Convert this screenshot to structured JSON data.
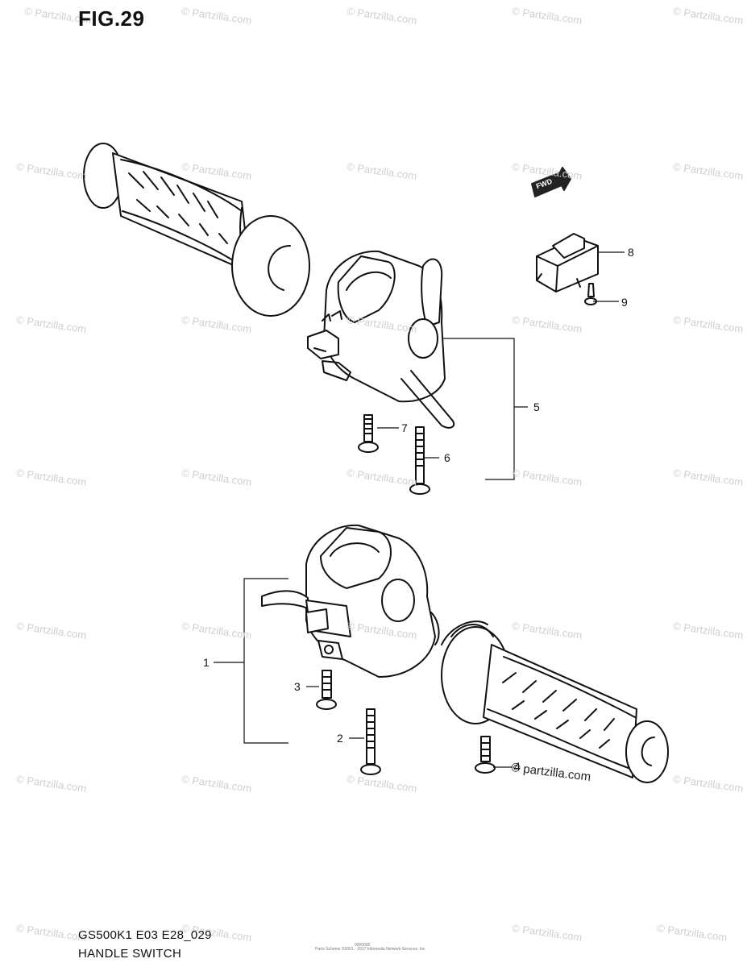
{
  "figure": {
    "title": "FIG.29",
    "model_code": "GS500K1 E03 E28_029",
    "name": "HANDLE SWITCH",
    "copyright": "Parts Scheme ©2001 - 2017 Infomedia Network Services, Inc.",
    "small_code": "0000000",
    "direction_badge": "FWD",
    "brand_mark": "© partzilla.com",
    "watermark": "© Partzilla.com"
  },
  "callouts": [
    {
      "id": "1",
      "label": "1"
    },
    {
      "id": "2",
      "label": "2"
    },
    {
      "id": "3",
      "label": "3"
    },
    {
      "id": "4",
      "label": "4"
    },
    {
      "id": "5",
      "label": "5"
    },
    {
      "id": "6",
      "label": "6"
    },
    {
      "id": "7",
      "label": "7"
    },
    {
      "id": "8",
      "label": "8"
    },
    {
      "id": "9",
      "label": "9"
    }
  ],
  "icons": [
    "grip-icon",
    "switch-housing-icon",
    "screw-icon",
    "relay-icon",
    "fwd-arrow-icon"
  ],
  "colors": {
    "ink": "#111111",
    "watermark": "#cfcfcf",
    "background": "#ffffff"
  }
}
